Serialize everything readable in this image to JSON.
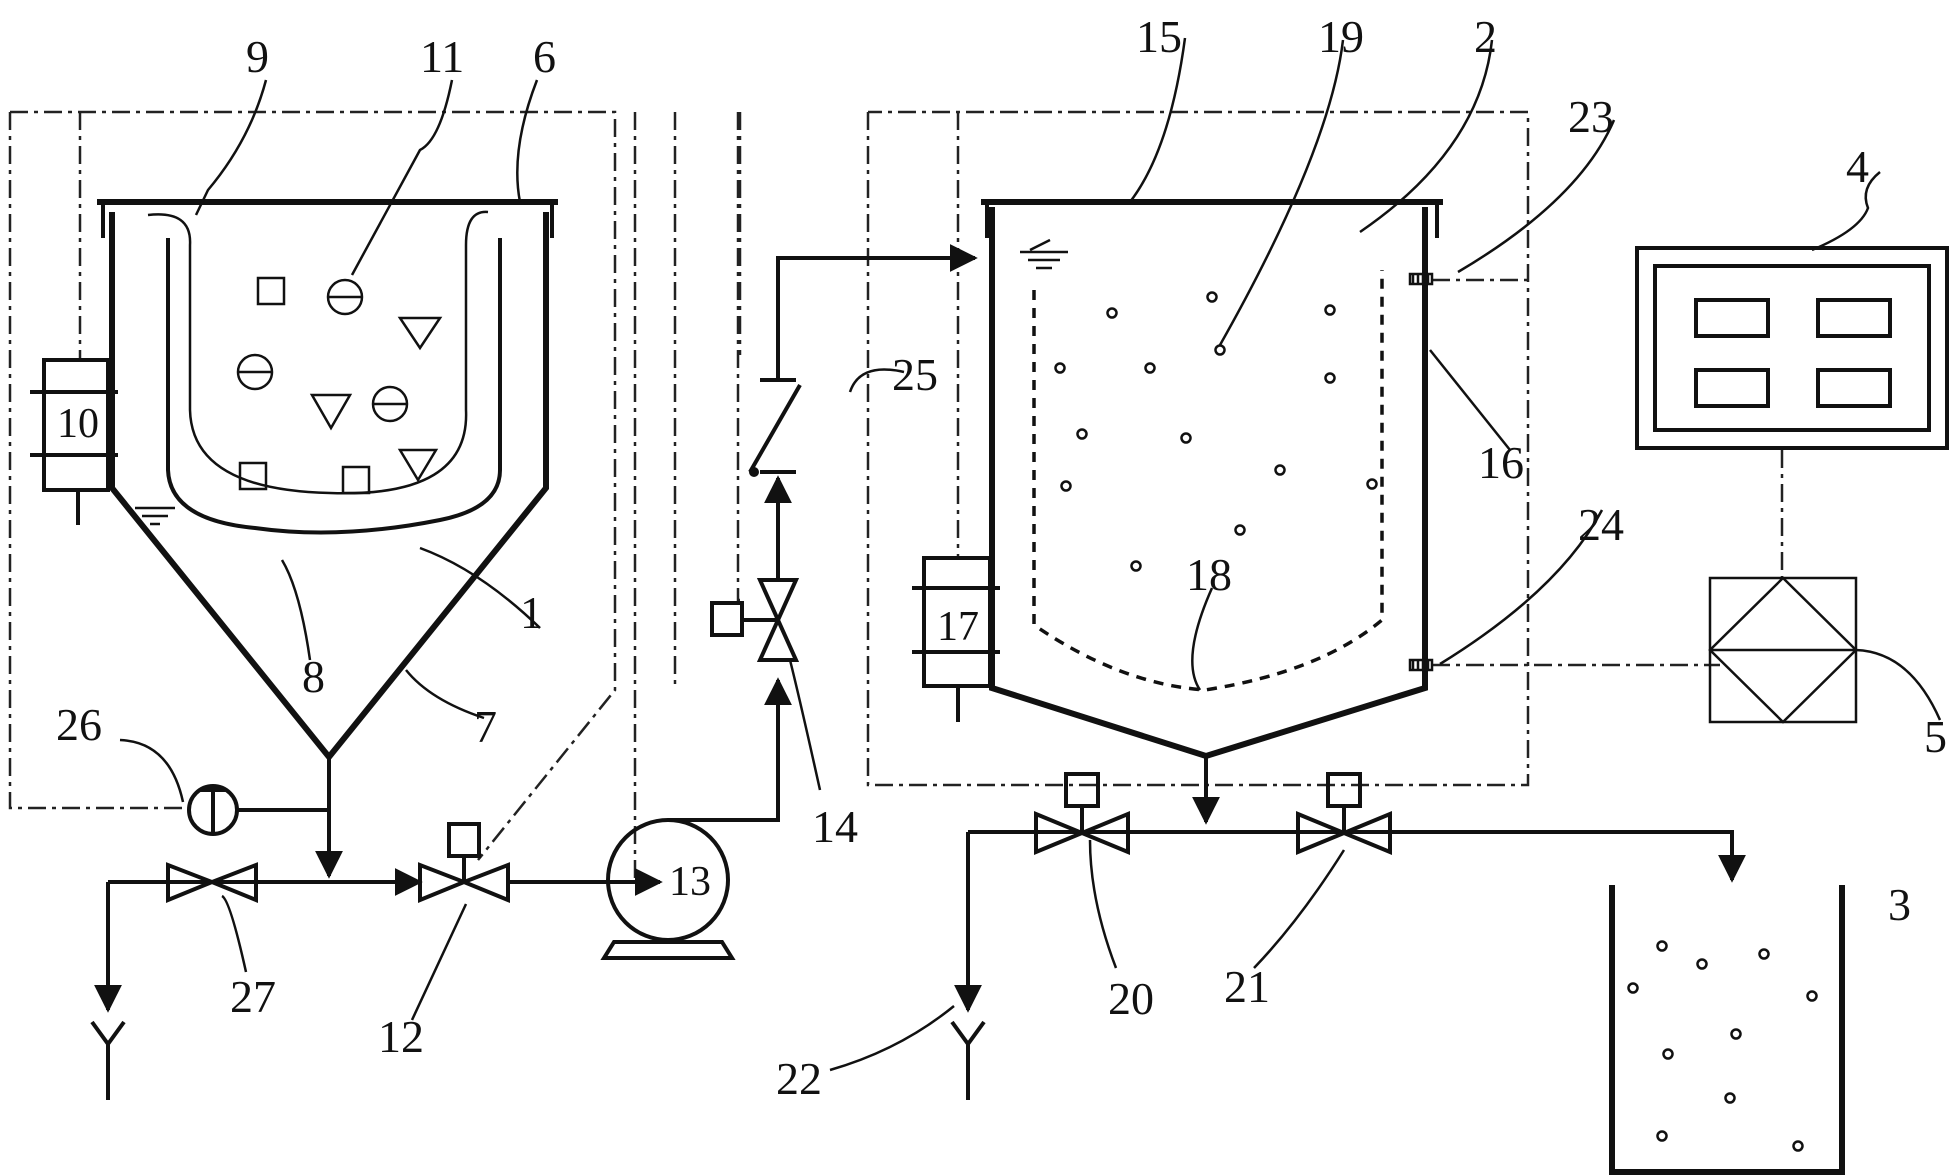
{
  "figure": {
    "labels": {
      "l1": "1",
      "l2": "2",
      "l3": "3",
      "l4": "4",
      "l5": "5",
      "l6": "6",
      "l7": "7",
      "l8": "8",
      "l9": "9",
      "l10": "10",
      "l11": "11",
      "l12": "12",
      "l13": "13",
      "l14": "14",
      "l15": "15",
      "l16": "16",
      "l17": "17",
      "l18": "18",
      "l19": "19",
      "l20": "20",
      "l21": "21",
      "l22": "22",
      "l23": "23",
      "l24": "24",
      "l25": "25",
      "l26": "26",
      "l27": "27"
    }
  }
}
